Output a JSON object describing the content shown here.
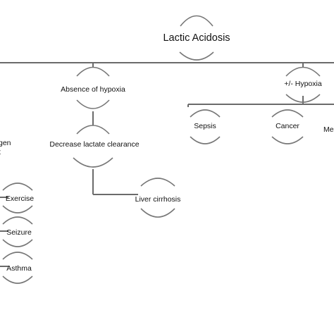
{
  "diagram": {
    "root": "Lactic Acidosis",
    "branches": [
      {
        "label": "Absence of hypoxia",
        "children": [
          {
            "label": "Decrease lactate clearance",
            "children": [
              {
                "label": "Liver cirrhosis"
              }
            ]
          }
        ]
      },
      {
        "label": "+/- Hypoxia",
        "children": [
          {
            "label": "Sepsis"
          },
          {
            "label": "Cancer"
          },
          {
            "label": "Me"
          }
        ]
      }
    ],
    "left_partial": {
      "fragments": [
        "gen",
        "t"
      ],
      "items": [
        "Exercise",
        "Seizure",
        "Asthma"
      ]
    }
  }
}
